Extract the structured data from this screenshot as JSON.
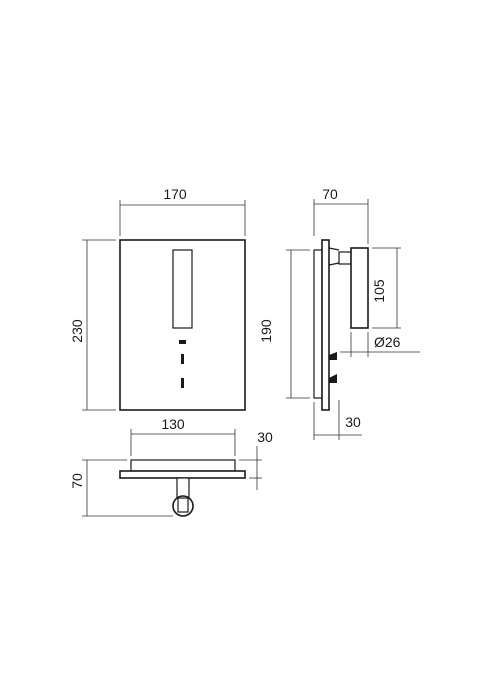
{
  "dimensions": {
    "front_width": "170",
    "front_height": "230",
    "side_depth": "70",
    "side_height": "190",
    "arm_height": "105",
    "head_diameter": "Ø26",
    "side_plate_depth": "30",
    "top_width": "130",
    "top_plate_depth": "30",
    "top_depth": "70"
  }
}
